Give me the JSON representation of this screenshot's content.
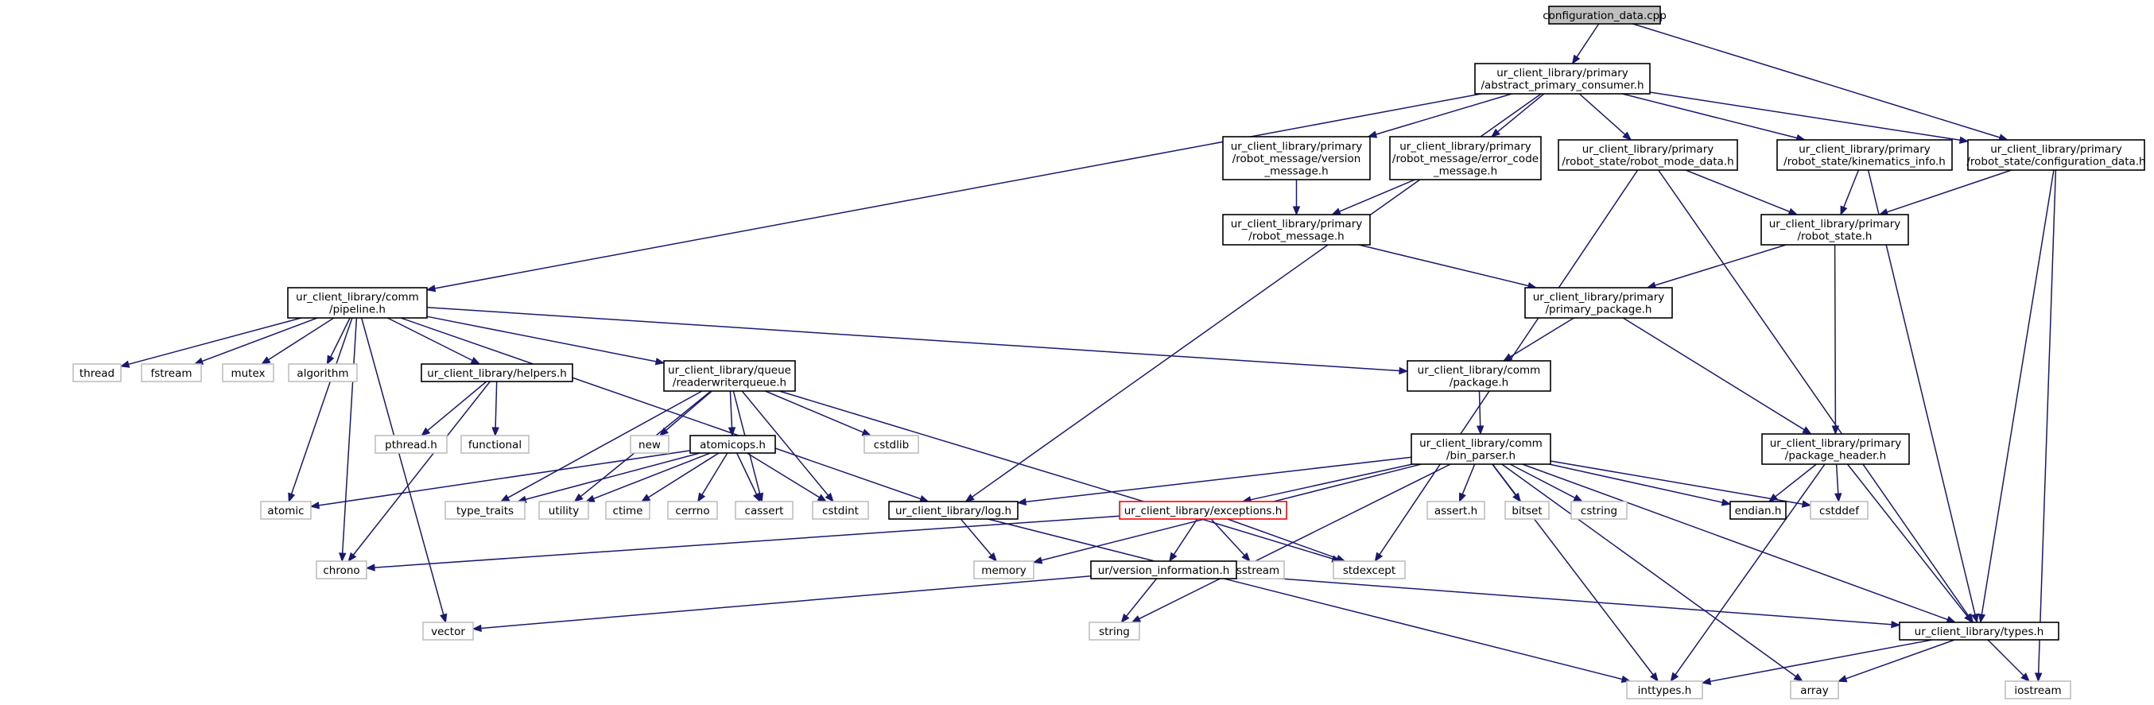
{
  "colors": {
    "edge": "#191970",
    "node_border": "#000000",
    "node_border_external": "#bfbfbf",
    "node_border_error": "#ff0000",
    "root_fill": "#bfbfbf",
    "text": "#000000",
    "text_external": "#000000"
  },
  "nodes": [
    {
      "id": "root",
      "kind": "root",
      "lines": [
        "configuration_data.cpp"
      ]
    },
    {
      "id": "apc",
      "kind": "header",
      "lines": [
        "ur_client_library/primary",
        "/abstract_primary_consumer.h"
      ]
    },
    {
      "id": "vmsg",
      "kind": "header",
      "lines": [
        "ur_client_library/primary",
        "/robot_message/version",
        "_message.h"
      ]
    },
    {
      "id": "ecmsg",
      "kind": "header",
      "lines": [
        "ur_client_library/primary",
        "/robot_message/error_code",
        "_message.h"
      ]
    },
    {
      "id": "rmd",
      "kind": "header",
      "lines": [
        "ur_client_library/primary",
        "/robot_state/robot_mode_data.h"
      ]
    },
    {
      "id": "kin",
      "kind": "header",
      "lines": [
        "ur_client_library/primary",
        "/robot_state/kinematics_info.h"
      ]
    },
    {
      "id": "cfg",
      "kind": "header",
      "lines": [
        "ur_client_library/primary",
        "/robot_state/configuration_data.h"
      ]
    },
    {
      "id": "rmsg",
      "kind": "header",
      "lines": [
        "ur_client_library/primary",
        "/robot_message.h"
      ]
    },
    {
      "id": "rstate",
      "kind": "header",
      "lines": [
        "ur_client_library/primary",
        "/robot_state.h"
      ]
    },
    {
      "id": "pipeline",
      "kind": "header",
      "lines": [
        "ur_client_library/comm",
        "/pipeline.h"
      ]
    },
    {
      "id": "ppkg",
      "kind": "header",
      "lines": [
        "ur_client_library/primary",
        "/primary_package.h"
      ]
    },
    {
      "id": "thread",
      "kind": "external",
      "lines": [
        "thread"
      ]
    },
    {
      "id": "fstream",
      "kind": "external",
      "lines": [
        "fstream"
      ]
    },
    {
      "id": "mutex",
      "kind": "external",
      "lines": [
        "mutex"
      ]
    },
    {
      "id": "algorithm",
      "kind": "external",
      "lines": [
        "algorithm"
      ]
    },
    {
      "id": "helpers",
      "kind": "header",
      "lines": [
        "ur_client_library/helpers.h"
      ]
    },
    {
      "id": "rwq",
      "kind": "header",
      "lines": [
        "ur_client_library/queue",
        "/readerwriterqueue.h"
      ]
    },
    {
      "id": "pkg",
      "kind": "header",
      "lines": [
        "ur_client_library/comm",
        "/package.h"
      ]
    },
    {
      "id": "pthread",
      "kind": "external",
      "lines": [
        "pthread.h"
      ]
    },
    {
      "id": "functional",
      "kind": "external",
      "lines": [
        "functional"
      ]
    },
    {
      "id": "new",
      "kind": "external",
      "lines": [
        "new"
      ]
    },
    {
      "id": "atomicops",
      "kind": "header",
      "lines": [
        "atomicops.h"
      ]
    },
    {
      "id": "cstdlib",
      "kind": "external",
      "lines": [
        "cstdlib"
      ]
    },
    {
      "id": "binparser",
      "kind": "header",
      "lines": [
        "ur_client_library/comm",
        "/bin_parser.h"
      ]
    },
    {
      "id": "pkghdr",
      "kind": "header",
      "lines": [
        "ur_client_library/primary",
        "/package_header.h"
      ]
    },
    {
      "id": "atomic",
      "kind": "external",
      "lines": [
        "atomic"
      ]
    },
    {
      "id": "type_traits",
      "kind": "external",
      "lines": [
        "type_traits"
      ]
    },
    {
      "id": "utility",
      "kind": "external",
      "lines": [
        "utility"
      ]
    },
    {
      "id": "ctime",
      "kind": "external",
      "lines": [
        "ctime"
      ]
    },
    {
      "id": "cerrno",
      "kind": "external",
      "lines": [
        "cerrno"
      ]
    },
    {
      "id": "cassert",
      "kind": "external",
      "lines": [
        "cassert"
      ]
    },
    {
      "id": "cstdint",
      "kind": "external",
      "lines": [
        "cstdint"
      ]
    },
    {
      "id": "log",
      "kind": "header",
      "lines": [
        "ur_client_library/log.h"
      ]
    },
    {
      "id": "exceptions",
      "kind": "error",
      "lines": [
        "ur_client_library/exceptions.h"
      ]
    },
    {
      "id": "asserth",
      "kind": "external",
      "lines": [
        "assert.h"
      ]
    },
    {
      "id": "bitset",
      "kind": "external",
      "lines": [
        "bitset"
      ]
    },
    {
      "id": "cstring",
      "kind": "external",
      "lines": [
        "cstring"
      ]
    },
    {
      "id": "endian",
      "kind": "header",
      "lines": [
        "endian.h"
      ]
    },
    {
      "id": "cstddef",
      "kind": "external",
      "lines": [
        "cstddef"
      ]
    },
    {
      "id": "chrono",
      "kind": "external",
      "lines": [
        "chrono"
      ]
    },
    {
      "id": "memory",
      "kind": "external",
      "lines": [
        "memory"
      ]
    },
    {
      "id": "sstream",
      "kind": "external",
      "lines": [
        "sstream"
      ]
    },
    {
      "id": "stdexcept",
      "kind": "external",
      "lines": [
        "stdexcept"
      ]
    },
    {
      "id": "vinfo",
      "kind": "header",
      "lines": [
        "ur/version_information.h"
      ]
    },
    {
      "id": "vector",
      "kind": "external",
      "lines": [
        "vector"
      ]
    },
    {
      "id": "string",
      "kind": "external",
      "lines": [
        "string"
      ]
    },
    {
      "id": "types",
      "kind": "header",
      "lines": [
        "ur_client_library/types.h"
      ]
    },
    {
      "id": "inttypes",
      "kind": "external",
      "lines": [
        "inttypes.h"
      ]
    },
    {
      "id": "array",
      "kind": "external",
      "lines": [
        "array"
      ]
    },
    {
      "id": "iostream",
      "kind": "external",
      "lines": [
        "iostream"
      ]
    }
  ],
  "edges": [
    [
      "root",
      "apc"
    ],
    [
      "root",
      "cfg"
    ],
    [
      "apc",
      "pipeline"
    ],
    [
      "apc",
      "log"
    ],
    [
      "apc",
      "vmsg"
    ],
    [
      "apc",
      "ecmsg"
    ],
    [
      "apc",
      "rmd"
    ],
    [
      "apc",
      "kin"
    ],
    [
      "apc",
      "cfg"
    ],
    [
      "vmsg",
      "rmsg"
    ],
    [
      "ecmsg",
      "rmsg"
    ],
    [
      "rmd",
      "rstate"
    ],
    [
      "rmd",
      "stdexcept"
    ],
    [
      "rmd",
      "types"
    ],
    [
      "kin",
      "rstate"
    ],
    [
      "kin",
      "types"
    ],
    [
      "cfg",
      "rstate"
    ],
    [
      "cfg",
      "types"
    ],
    [
      "cfg",
      "iostream"
    ],
    [
      "rmsg",
      "ppkg"
    ],
    [
      "rstate",
      "ppkg"
    ],
    [
      "rstate",
      "pkghdr"
    ],
    [
      "ppkg",
      "pkg"
    ],
    [
      "ppkg",
      "pkghdr"
    ],
    [
      "pipeline",
      "thread"
    ],
    [
      "pipeline",
      "fstream"
    ],
    [
      "pipeline",
      "mutex"
    ],
    [
      "pipeline",
      "algorithm"
    ],
    [
      "pipeline",
      "helpers"
    ],
    [
      "pipeline",
      "rwq"
    ],
    [
      "pipeline",
      "pkg"
    ],
    [
      "pipeline",
      "log"
    ],
    [
      "pipeline",
      "atomic"
    ],
    [
      "pipeline",
      "chrono"
    ],
    [
      "pipeline",
      "vector"
    ],
    [
      "helpers",
      "pthread"
    ],
    [
      "helpers",
      "functional"
    ],
    [
      "helpers",
      "chrono"
    ],
    [
      "rwq",
      "new"
    ],
    [
      "rwq",
      "atomicops"
    ],
    [
      "rwq",
      "cstdlib"
    ],
    [
      "rwq",
      "type_traits"
    ],
    [
      "rwq",
      "utility"
    ],
    [
      "rwq",
      "cassert"
    ],
    [
      "rwq",
      "cstdint"
    ],
    [
      "rwq",
      "stdexcept"
    ],
    [
      "atomicops",
      "atomic"
    ],
    [
      "atomicops",
      "type_traits"
    ],
    [
      "atomicops",
      "utility"
    ],
    [
      "atomicops",
      "ctime"
    ],
    [
      "atomicops",
      "cerrno"
    ],
    [
      "atomicops",
      "cassert"
    ],
    [
      "atomicops",
      "cstdint"
    ],
    [
      "pkg",
      "binparser"
    ],
    [
      "binparser",
      "log"
    ],
    [
      "binparser",
      "memory"
    ],
    [
      "binparser",
      "exceptions"
    ],
    [
      "binparser",
      "string"
    ],
    [
      "binparser",
      "asserth"
    ],
    [
      "binparser",
      "bitset"
    ],
    [
      "binparser",
      "cstring"
    ],
    [
      "binparser",
      "endian"
    ],
    [
      "binparser",
      "cstddef"
    ],
    [
      "binparser",
      "types"
    ],
    [
      "binparser",
      "inttypes"
    ],
    [
      "binparser",
      "array"
    ],
    [
      "pkghdr",
      "endian"
    ],
    [
      "pkghdr",
      "cstddef"
    ],
    [
      "pkghdr",
      "types"
    ],
    [
      "pkghdr",
      "inttypes"
    ],
    [
      "log",
      "memory"
    ],
    [
      "log",
      "inttypes"
    ],
    [
      "exceptions",
      "chrono"
    ],
    [
      "exceptions",
      "vinfo"
    ],
    [
      "exceptions",
      "sstream"
    ],
    [
      "exceptions",
      "stdexcept"
    ],
    [
      "vinfo",
      "vector"
    ],
    [
      "vinfo",
      "string"
    ],
    [
      "vinfo",
      "types"
    ],
    [
      "types",
      "inttypes"
    ],
    [
      "types",
      "array"
    ],
    [
      "types",
      "iostream"
    ]
  ]
}
